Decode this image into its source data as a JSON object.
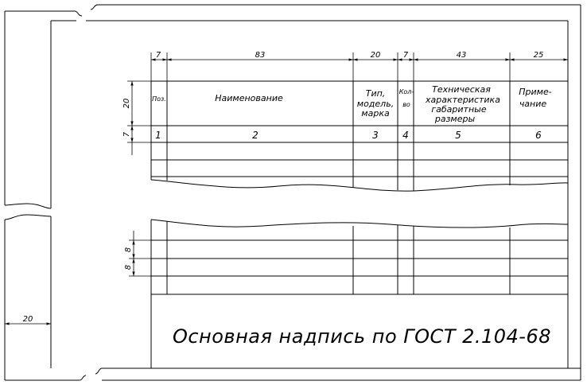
{
  "dimensions": {
    "top": [
      "7",
      "83",
      "20",
      "7",
      "43",
      "25"
    ],
    "header_height": "20",
    "first_row_height": "7",
    "row_height_a": "8",
    "row_height_b": "8",
    "left_margin": "20"
  },
  "headers": {
    "pos": "Поз.",
    "name": "Наименование",
    "type": [
      "Тип,",
      "модель,",
      "марка"
    ],
    "qty": [
      "Кол-",
      "во"
    ],
    "tech": [
      "Техническая",
      "характеристика",
      "габаритные",
      "размеры"
    ],
    "note": [
      "Приме-",
      "чание"
    ]
  },
  "column_numbers": [
    "1",
    "2",
    "3",
    "4",
    "5",
    "6"
  ],
  "stamp_text": "Основная надпись по ГОСТ 2.104-68"
}
